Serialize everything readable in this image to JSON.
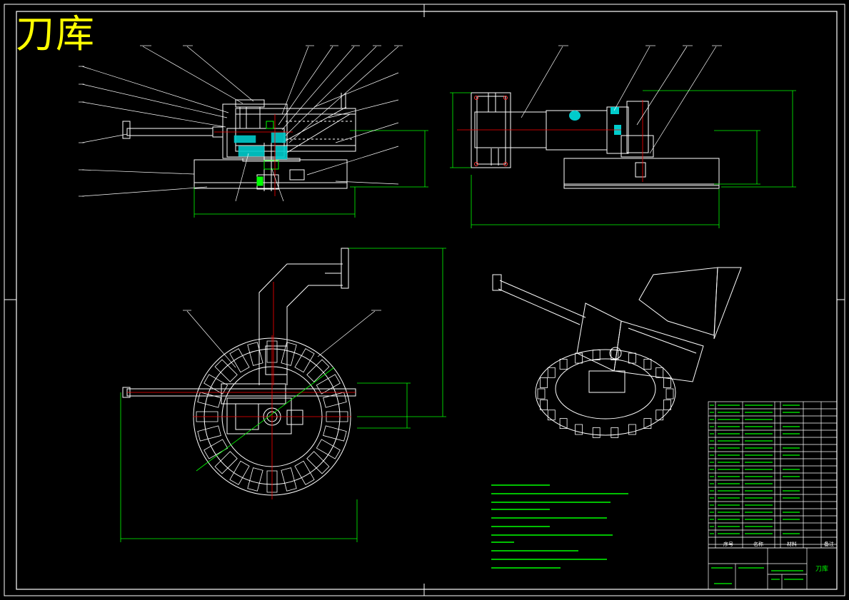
{
  "drawing": {
    "title": "刀库",
    "colors": {
      "background": "#000000",
      "outline": "#ffffff",
      "dimension": "#00ff00",
      "center_line": "#ff0000",
      "section_fill": "#00cccc",
      "title_text": "#ffff00",
      "leader": "#ffffff",
      "notes_text": "#00ff00"
    }
  },
  "title_block": {
    "header": {
      "seq": "序号",
      "name": "名称",
      "material": "材料",
      "remark": "备注"
    },
    "drawing_name": "刀库"
  }
}
